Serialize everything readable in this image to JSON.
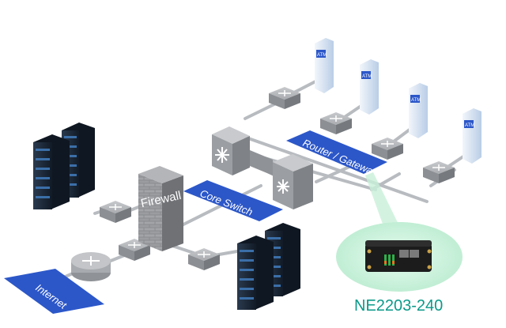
{
  "labels": {
    "internet": "Internet",
    "firewall": "Firewall",
    "core_switch": "Core Switch",
    "router_gateway": "Router / Gateway",
    "device_model": "NE2203-240",
    "atm": "ATM"
  },
  "colors": {
    "label_band": "#2c57c9",
    "link": "#b8bcc0",
    "switch_gray": "#9a9da1",
    "rack_dark": "#1b2838",
    "atm_light": "#d9e6f5",
    "callout_green": "#c8f0d8",
    "caption": "#0a9a8a"
  }
}
